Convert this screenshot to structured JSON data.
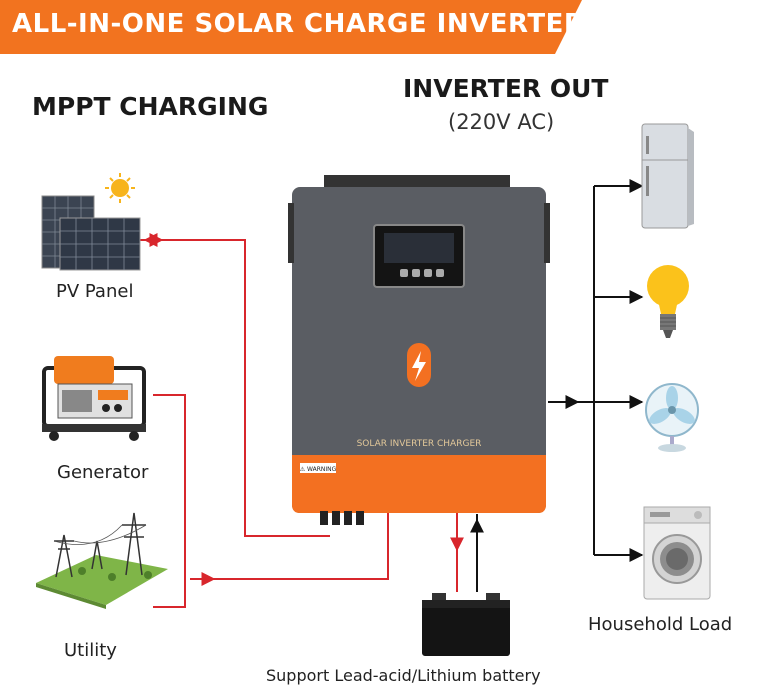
{
  "banner": {
    "title": "ALL-IN-ONE SOLAR CHARGE INVERTER",
    "color": "#f2731f"
  },
  "left_heading": "MPPT CHARGING",
  "inverter_out": {
    "title": "INVERTER OUT",
    "subtitle": "(220V AC)"
  },
  "inputs": [
    {
      "label": "PV Panel",
      "icon": "solar-panel-icon"
    },
    {
      "label": "Generator",
      "icon": "generator-icon"
    },
    {
      "label": "Utility",
      "icon": "power-pylon-icon"
    }
  ],
  "loads": {
    "label": "Household Load",
    "items": [
      "refrigerator-icon",
      "light-bulb-icon",
      "fan-icon",
      "washing-machine-icon"
    ]
  },
  "device": {
    "label": "SOLAR INVERTER CHARGER",
    "warning": "⚠ WARNING",
    "body_color": "#5a5d63",
    "accent_color": "#f37021"
  },
  "battery": {
    "label": "Support Lead-acid/Lithium battery"
  },
  "colors": {
    "input_wire": "#d8262c",
    "output_wire": "#111111"
  }
}
